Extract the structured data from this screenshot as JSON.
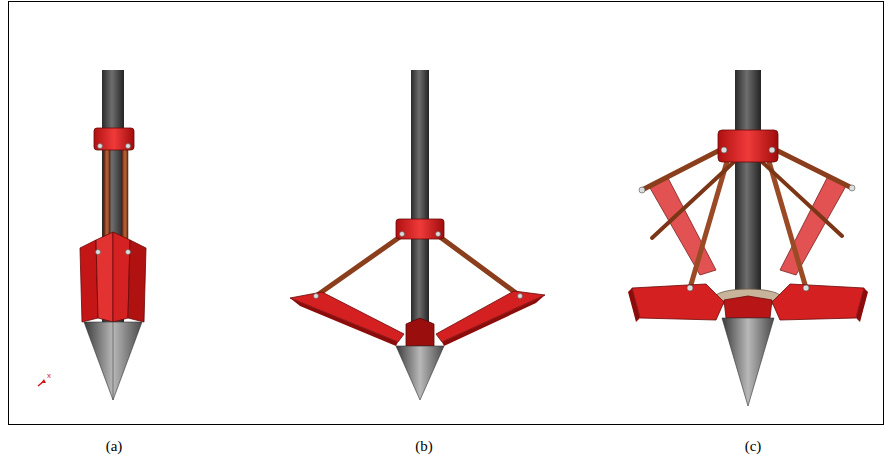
{
  "diagram": {
    "labels": [
      "(a)",
      "(b)",
      "(c)",
      "x"
    ]
  }
}
